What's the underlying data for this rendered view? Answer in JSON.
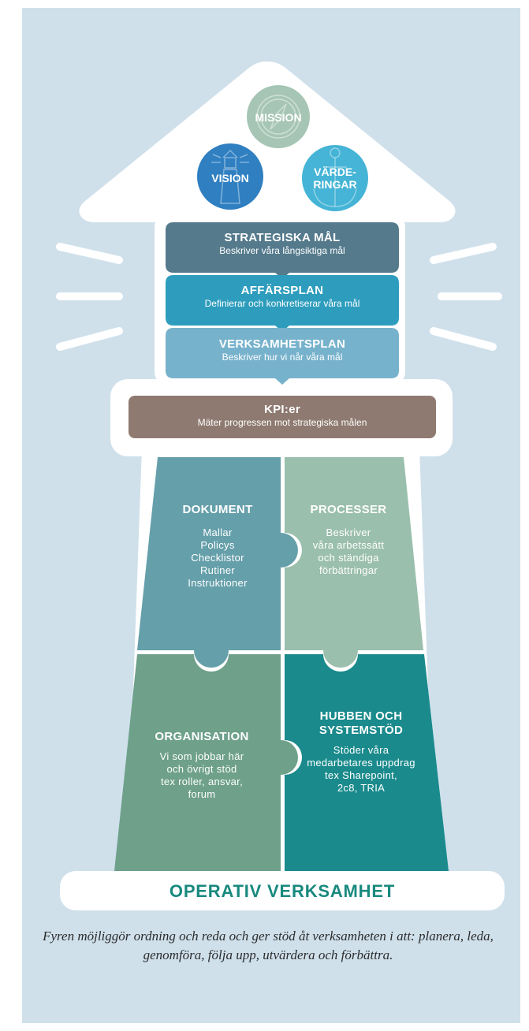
{
  "circles": {
    "mission": {
      "label": "MISSION",
      "color": "#a6c5b4",
      "icon": "compass-icon"
    },
    "vision": {
      "label": "VISION",
      "color": "#2f7fc1",
      "icon": "lighthouse-icon"
    },
    "values": {
      "label": "VÄRDE-\nRINGAR",
      "color": "#45b4d6",
      "icon": "anchor-icon"
    }
  },
  "levels": [
    {
      "title": "STRATEGISKA MÅL",
      "subtitle": "Beskriver våra långsiktiga mål",
      "color": "#547a8c"
    },
    {
      "title": "AFFÄRSPLAN",
      "subtitle": "Definierar och konkretiserar våra mål",
      "color": "#2e9dbd"
    },
    {
      "title": "VERKSAMHETSPLAN",
      "subtitle": "Beskriver hur vi når våra mål",
      "color": "#77b2cc"
    }
  ],
  "kpi": {
    "title": "KPI:er",
    "subtitle": "Mäter progressen mot strategiska målen",
    "color": "#8e7a70"
  },
  "pieces": {
    "dokument": {
      "title": "DOKUMENT",
      "lines": [
        "Mallar",
        "Policys",
        "Checklistor",
        "Rutiner",
        "Instruktioner"
      ],
      "color": "#659faa"
    },
    "processer": {
      "title": "PROCESSER",
      "lines": [
        "Beskriver",
        "våra arbetssätt",
        "och ständiga",
        "förbättringar"
      ],
      "color": "#9bbfad"
    },
    "organisation": {
      "title": "ORGANISATION",
      "lines": [
        "Vi som jobbar här",
        "och övrigt stöd",
        "tex roller, ansvar,",
        "forum"
      ],
      "color": "#6ea08a"
    },
    "hubben": {
      "title": "HUBBEN OCH\nSYSTEMSTÖD",
      "lines": [
        "Stöder våra",
        "medarbetares uppdrag",
        "tex Sharepoint,",
        "2c8, TRIA"
      ],
      "color": "#1a8a8c"
    }
  },
  "base": {
    "label": "OPERATIV VERKSAMHET",
    "color": "#18897e"
  },
  "footer": "Fyren möjliggör ordning och reda och ger stöd åt verksamheten i att: planera, leda, genomföra, följa upp, utvärdera och förbättra."
}
